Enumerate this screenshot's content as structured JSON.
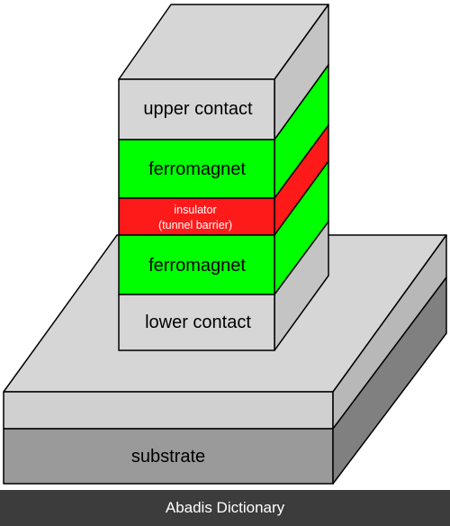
{
  "diagram": {
    "layers": {
      "upper_contact": "upper contact",
      "ferromagnet_top": "ferromagnet",
      "insulator_line1": "insulator",
      "insulator_line2": "(tunnel barrier)",
      "ferromagnet_bottom": "ferromagnet",
      "lower_contact": "lower contact",
      "substrate": "substrate"
    },
    "colors": {
      "contact": "#d6d6d6",
      "contact_side": "#bdbdbd",
      "ferromagnet": "#00ff00",
      "insulator": "#ff1a1a",
      "substrate": "#9a9a9a",
      "substrate_side": "#828282"
    }
  },
  "footer": {
    "text": "Abadis Dictionary"
  }
}
